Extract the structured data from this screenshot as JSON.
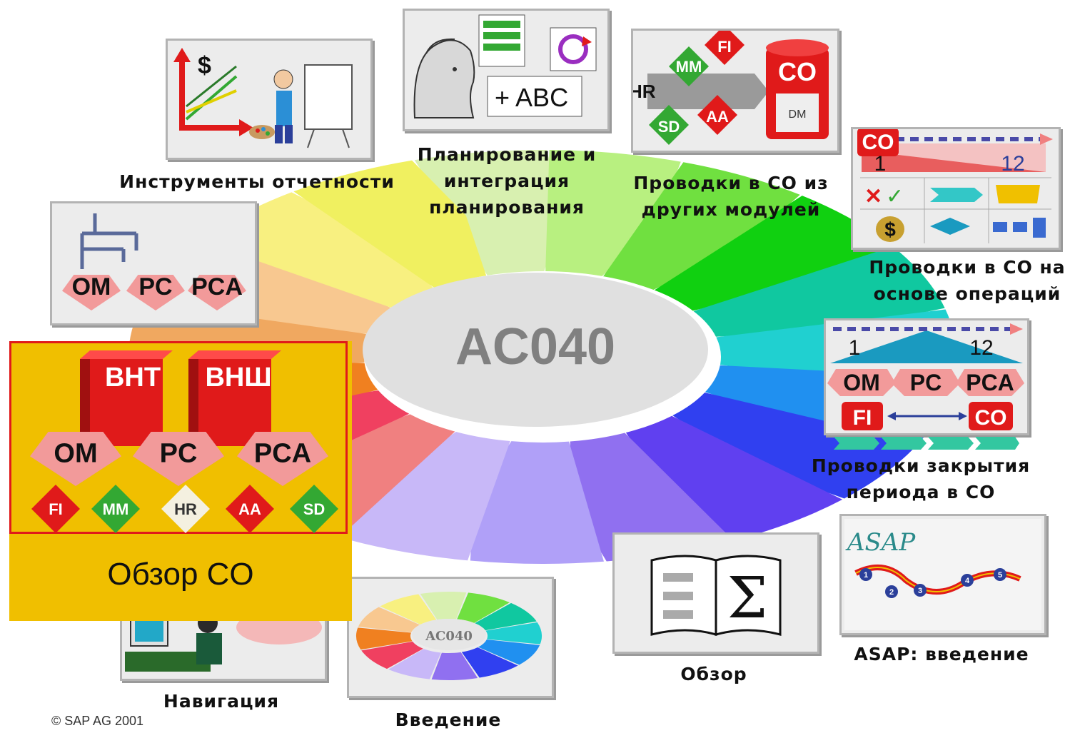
{
  "center": {
    "title": "AC040"
  },
  "copyright": "© SAP AG 2001",
  "colors": {
    "co_red": "#e01a1a",
    "gold": "#f0bf00",
    "diamond_green": "#33a833",
    "diamond_red": "#e01a1a",
    "pentagon_pink": "#f29a9a",
    "text_gray": "#808080"
  },
  "topics": [
    {
      "label": "Инструменты отчетности",
      "icon": "reporting-icon"
    },
    {
      "label": "Планирование и интеграция планирования",
      "icon": "planning-icon"
    },
    {
      "label": "Проводки в CO из других модулей",
      "icon": "integration-icon"
    },
    {
      "label": "Проводки в CO на основе операций",
      "icon": "transactional-postings-icon"
    },
    {
      "label": "Проводки закрытия периода в CO",
      "icon": "period-end-icon"
    },
    {
      "label": "ASAP: введение",
      "icon": "asap-icon"
    },
    {
      "label": "Обзор",
      "icon": "summary-book-icon"
    },
    {
      "label": "Введение",
      "icon": "mini-wheel-icon"
    },
    {
      "label": "Навигация",
      "icon": "navigation-icon"
    }
  ],
  "current_topic": {
    "label": "Обзор CO",
    "books": [
      "ВНТ",
      "ВНШ"
    ],
    "components": [
      "OM",
      "PC",
      "PCA"
    ],
    "modules": [
      "FI",
      "MM",
      "HR",
      "AA",
      "SD"
    ]
  },
  "card_texts": {
    "reporting_dollar": "$",
    "planning_abc": "+ ABC",
    "integration": {
      "hr": "HR",
      "mm": "MM",
      "fi": "FI",
      "sd": "SD",
      "aa": "AA",
      "co": "CO",
      "dm": "DM"
    },
    "transactional": {
      "co": "CO",
      "start": "1",
      "end": "12",
      "dollar": "$"
    },
    "period_end": {
      "start": "1",
      "end": "12",
      "om": "OM",
      "pc": "PC",
      "pca": "PCA",
      "fi": "FI",
      "co": "CO"
    },
    "org_units": [
      "OM",
      "PC",
      "PCA"
    ],
    "asap": {
      "logo": "ASAP",
      "phases": [
        "1",
        "2",
        "3",
        "4",
        "5"
      ]
    },
    "mini_wheel": "AC040"
  }
}
